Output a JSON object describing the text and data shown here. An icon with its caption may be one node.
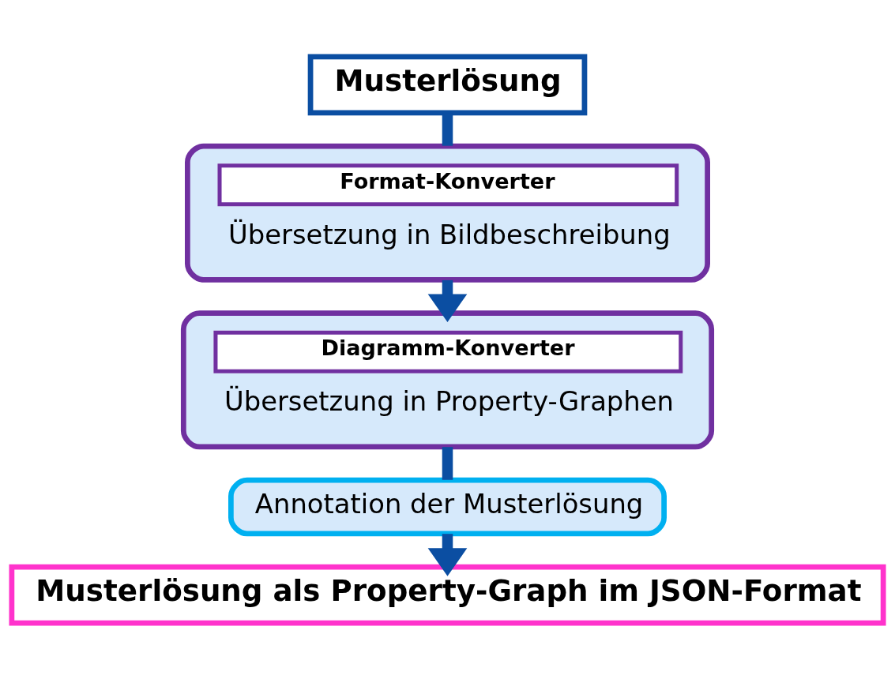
{
  "diagram": {
    "nodes": [
      {
        "text": [
          "Musterlösung"
        ]
      },
      {
        "text": [
          "Format-Konverter",
          "Übersetzung in Bildbeschreibung"
        ]
      },
      {
        "text": [
          "Diagramm-Konverter",
          "Übersetzung in Property-Graphen"
        ]
      },
      {
        "text": [
          "Annotation der Musterlösung"
        ]
      },
      {
        "text": [
          "Musterlösung als Property-Graph im JSON-Format"
        ]
      }
    ],
    "edges": [
      {
        "from": 0,
        "to": 1,
        "arrow": "none"
      },
      {
        "from": 1,
        "to": 2,
        "arrow": "to"
      },
      {
        "from": 2,
        "to": 3,
        "arrow": "none"
      },
      {
        "from": 3,
        "to": 4,
        "arrow": "to"
      }
    ]
  }
}
